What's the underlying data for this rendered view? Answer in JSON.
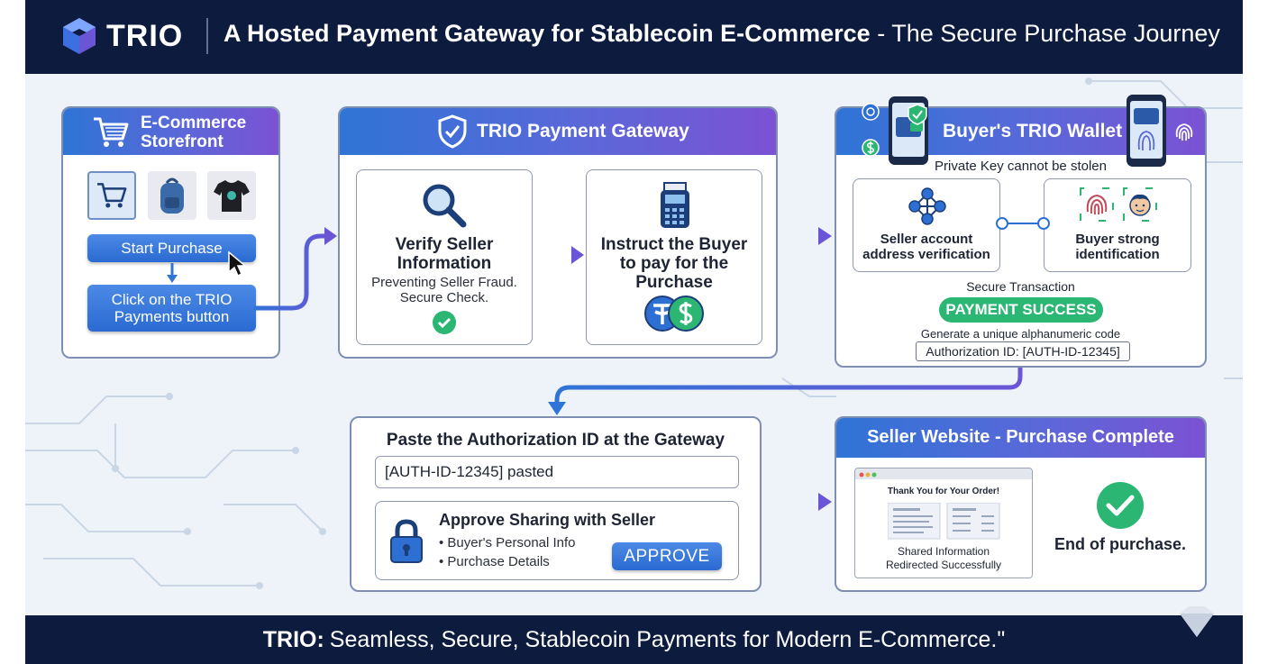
{
  "header": {
    "brand": "TRIO",
    "title_bold": "A Hosted Payment Gateway for Stablecoin E-Commerce",
    "title_sep": " - ",
    "title_rest": "The Secure Purchase Journey"
  },
  "storefront": {
    "title_line1": "E-Commerce",
    "title_line2": "Storefront",
    "start_button": "Start Purchase",
    "trio_button_line1": "Click on the TRIO",
    "trio_button_line2": "Payments button"
  },
  "gateway": {
    "title": "TRIO Payment Gateway",
    "verify_title_line1": "Verify Seller",
    "verify_title_line2": "Information",
    "verify_sub_line1": "Preventing Seller Fraud.",
    "verify_sub_line2": "Secure Check.",
    "instruct_line1": "Instruct the Buyer",
    "instruct_line2": "to pay for the",
    "instruct_line3": "Purchase"
  },
  "wallet": {
    "title": "Buyer's TRIO Wallet",
    "subtitle": "Private Key cannot be stolen",
    "seller_line1": "Seller account",
    "seller_line2": "address verification",
    "buyer_line1": "Buyer strong",
    "buyer_line2": "identification",
    "secure_tx": "Secure Transaction",
    "payment_success": "PAYMENT SUCCESS",
    "generate_code": "Generate a unique alphanumeric code",
    "auth_id": "Authorization ID: [AUTH-ID-12345]"
  },
  "paste": {
    "title": "Paste the Authorization ID at the Gateway",
    "input_value": "[AUTH-ID-12345] pasted",
    "approve_title": "Approve Sharing with Seller",
    "items": [
      "Buyer's Personal Info",
      "Purchase Details"
    ],
    "approve_button": "APPROVE"
  },
  "complete": {
    "title": "Seller Website - Purchase Complete",
    "thanks": "Thank You for Your Order!",
    "shared_line1": "Shared Information",
    "shared_line2": "Redirected Successfully",
    "end": "End of purchase."
  },
  "footer": {
    "brand": "TRIO:",
    "tagline": "Seamless, Secure, Stablecoin Payments for Modern E-Commerce.\""
  },
  "colors": {
    "navy": "#0d1b3e",
    "accent_blue": "#2f74d6",
    "accent_purple": "#7b52d4",
    "success_green": "#2bb673"
  }
}
